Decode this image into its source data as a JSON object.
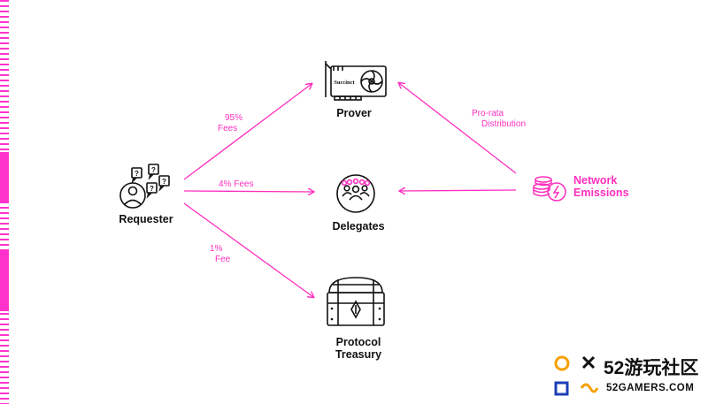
{
  "nodes": {
    "prover": "Prover",
    "requester": "Requester",
    "delegates": "Delegates",
    "treasury_line1": "Protocol",
    "treasury_line2": "Treasury",
    "network_line1": "Network",
    "network_line2": "Emissions",
    "gpu_brand": "Succinct"
  },
  "edges": {
    "fees_95_line1": "95%",
    "fees_95_line2": "Fees",
    "fees_4": "4% Fees",
    "fee_1_line1": "1%",
    "fee_1_line2": "Fee",
    "prorata_line1": "Pro-rata",
    "prorata_line2": "Distribution"
  },
  "colors": {
    "accent": "#ff2fbf",
    "ink": "#111111"
  },
  "watermark": {
    "big": "52游玩社区",
    "small": "52GAMERS.COM"
  }
}
